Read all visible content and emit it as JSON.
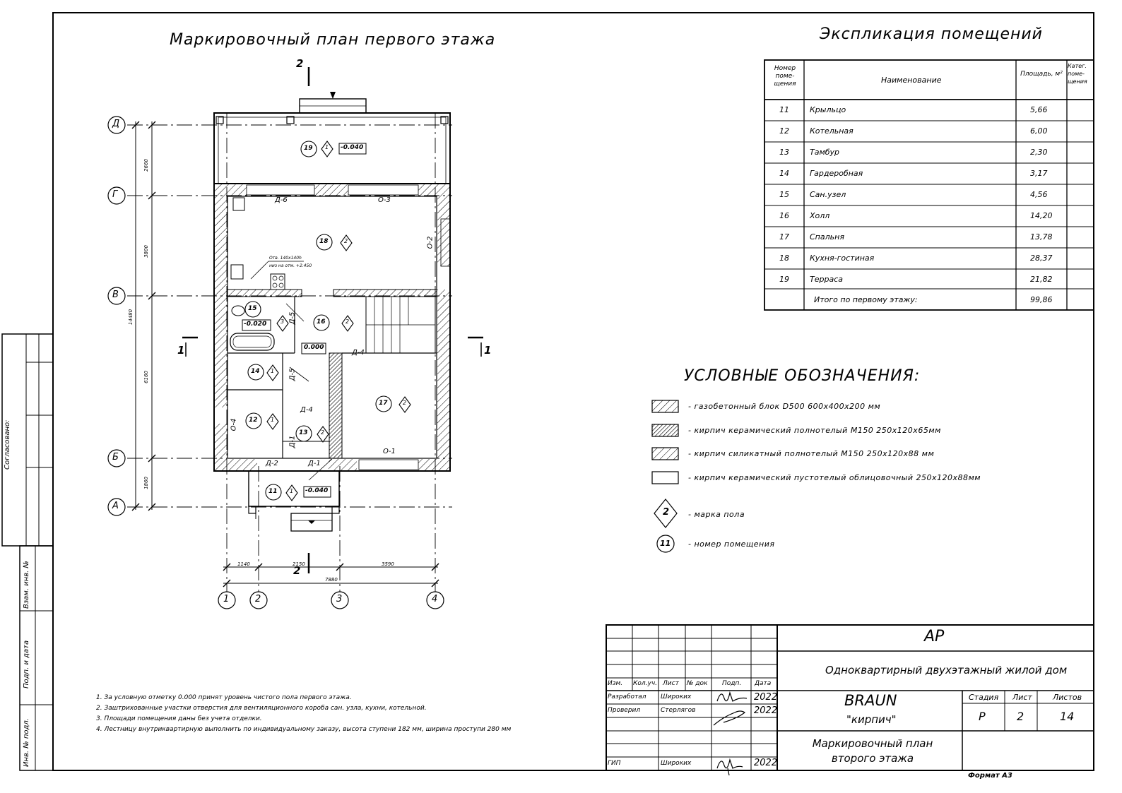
{
  "sheet": {
    "plan_title": "Маркировочный план первого этажа",
    "expl_title": "Экспликация помещений",
    "legend_title": "УСЛОВНЫЕ ОБОЗНАЧЕНИЯ:"
  },
  "plan": {
    "axes_rows": [
      "Д",
      "Г",
      "В",
      "Б",
      "А"
    ],
    "axes_cols": [
      "1",
      "2",
      "3",
      "4"
    ],
    "dims_vertical": [
      "2660",
      "3800",
      "6160",
      "1860"
    ],
    "dim_total": "14480",
    "dims_horizontal": [
      "1140",
      "2150",
      "3590"
    ],
    "dim_total_h": "7880",
    "section_2": "2",
    "section_1": "1",
    "rooms": {
      "r19": "19",
      "r18": "18",
      "r15": "15",
      "r16": "16",
      "r14": "14",
      "r17": "17",
      "r12": "12",
      "r13": "13",
      "r11": "11"
    },
    "floor_marks": {
      "m1": "1",
      "m2": "2",
      "m3": "3"
    },
    "levels": {
      "l1": "-0.040",
      "l2": "-0.020",
      "l3": "0.000",
      "l4": "-0.040"
    },
    "labels": {
      "d6": "Д-6",
      "o3": "О-3",
      "o2": "О-2",
      "d5a": "Д-5",
      "d5b": "Д-5",
      "d4a": "Д-4",
      "d4b": "Д-4",
      "o4": "О-4",
      "d1a": "Д-1",
      "d1b": "Д-1",
      "d2": "Д-2",
      "o1": "О-1",
      "vent1": "Отв. 140х140h",
      "vent2": "низ на отм. +2.450"
    }
  },
  "explication": {
    "headers": [
      "Номер поме-щения",
      "Наименование",
      "Площадь, м²",
      "Катег. поме-щения"
    ],
    "rows": [
      {
        "num": "11",
        "name": "Крыльцо",
        "area": "5,66"
      },
      {
        "num": "12",
        "name": "Котельная",
        "area": "6,00"
      },
      {
        "num": "13",
        "name": "Тамбур",
        "area": "2,30"
      },
      {
        "num": "14",
        "name": "Гардеробная",
        "area": "3,17"
      },
      {
        "num": "15",
        "name": "Сан.узел",
        "area": "4,56"
      },
      {
        "num": "16",
        "name": "Холл",
        "area": "14,20"
      },
      {
        "num": "17",
        "name": "Спальня",
        "area": "13,78"
      },
      {
        "num": "18",
        "name": "Кухня-гостиная",
        "area": "28,37"
      },
      {
        "num": "19",
        "name": "Терраса",
        "area": "21,82"
      }
    ],
    "total_label": "Итого по первому этажу:",
    "total_area": "99,86"
  },
  "legend": {
    "items": [
      "- газобетонный блок D500 600х400х200 мм",
      "- кирпич керамический полнотелый М150 250х120х65мм",
      "- кирпич силикатный полнотелый М150 250х120х88 мм",
      "- кирпич керамический пустотелый облицовочный 250х120х88мм",
      "- марка пола",
      "- номер помещения"
    ],
    "floor_mark_symbol": "2",
    "room_num_symbol": "11"
  },
  "notes": [
    "1.  За условную отметку 0.000 принят уровень чистого пола первого этажа.",
    "2.  Заштрихованные участки отверстия для вентиляционного короба сан. узла, кухни, котельной.",
    "3.  Площади помещения даны без учета отделки.",
    "4.  Лестницу внутриквартирную выполнить по индивидуальному заказу, высота ступени 182 мм, ширина проступи 280 мм"
  ],
  "side_stamp": {
    "agreed": "Согласовано:",
    "inv_vzam": "Взам. инв. №",
    "sign_date": "Подп. и дата",
    "inv_podl": "Инв. № подл."
  },
  "title_block": {
    "code": "АР",
    "project": "Одноквартирный двухэтажный жилой дом",
    "company": "BRAUN",
    "company_sub": "\"кирпич\"",
    "sheet_title": "Маркировочный план второго этажа",
    "col_heads": [
      "Изм.",
      "Кол.уч.",
      "Лист",
      "№ док",
      "Подп.",
      "Дата"
    ],
    "developed_label": "Разработал",
    "developed_name": "Широких",
    "developed_date": "2022",
    "checked_label": "Проверил",
    "checked_name": "Стерлягов",
    "checked_date": "2022",
    "gip_label": "ГИП",
    "gip_name": "Широких",
    "gip_date": "2022",
    "stage_label": "Стадия",
    "sheet_label": "Лист",
    "sheets_label": "Листов",
    "stage": "Р",
    "sheet": "2",
    "sheets": "14",
    "format": "Формат А3"
  }
}
